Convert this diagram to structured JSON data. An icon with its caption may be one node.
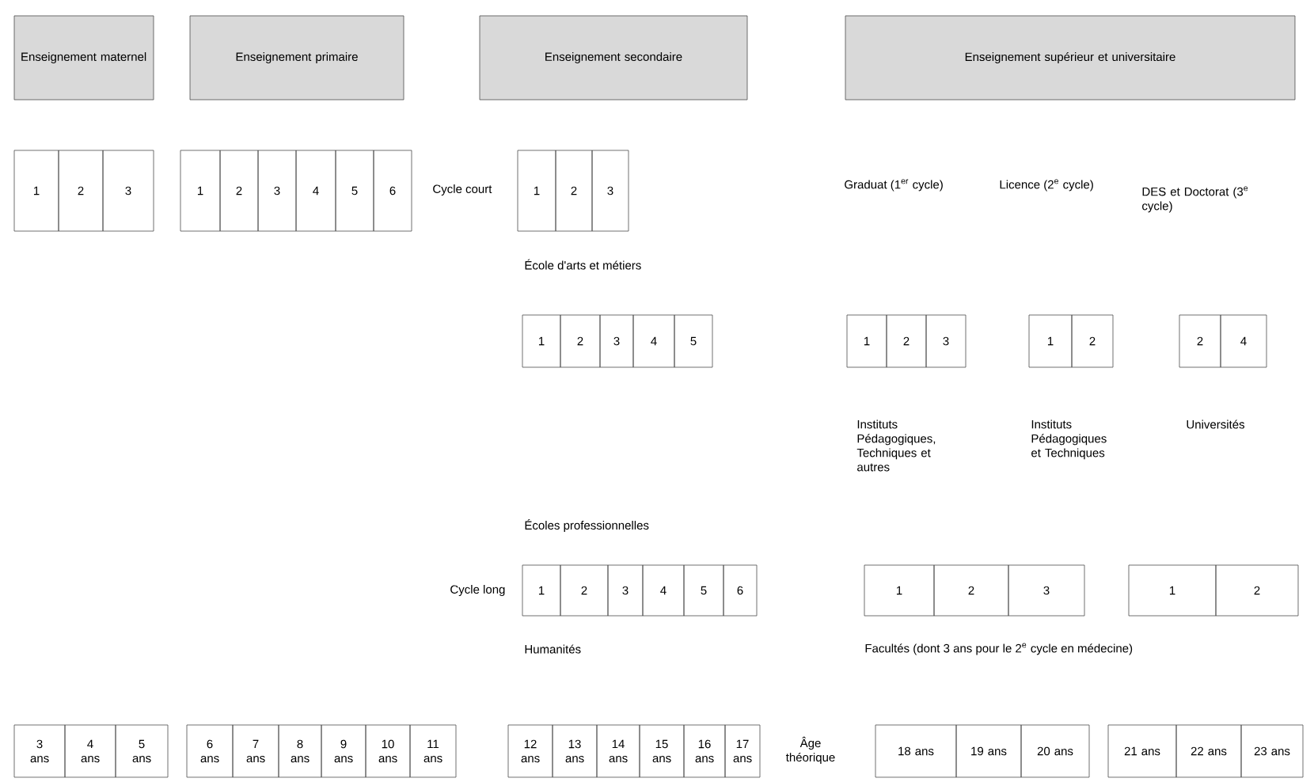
{
  "diagram": {
    "nodes": [
      {
        "text": [
          "Enseignement maternel"
        ]
      },
      {
        "text": [
          "Enseignement primaire"
        ]
      },
      {
        "text": [
          "Enseignement secondaire"
        ]
      },
      {
        "text": [
          "Enseignement supérieur et universitaire"
        ]
      },
      {
        "text": [
          "1"
        ]
      },
      {
        "text": [
          "2"
        ]
      },
      {
        "text": [
          "3"
        ]
      },
      {
        "text": [
          "1"
        ]
      },
      {
        "text": [
          "2"
        ]
      },
      {
        "text": [
          "3"
        ]
      },
      {
        "text": [
          "4"
        ]
      },
      {
        "text": [
          "5"
        ]
      },
      {
        "text": [
          "6"
        ]
      },
      {
        "text": [
          "1"
        ]
      },
      {
        "text": [
          "2"
        ]
      },
      {
        "text": [
          "3"
        ]
      },
      {
        "text": [
          "1"
        ]
      },
      {
        "text": [
          "2"
        ]
      },
      {
        "text": [
          "3"
        ]
      },
      {
        "text": [
          "4"
        ]
      },
      {
        "text": [
          "5"
        ]
      },
      {
        "text": [
          "1"
        ]
      },
      {
        "text": [
          "2"
        ]
      },
      {
        "text": [
          "3"
        ]
      },
      {
        "text": [
          "1"
        ]
      },
      {
        "text": [
          "2"
        ]
      },
      {
        "text": [
          "2"
        ]
      },
      {
        "text": [
          "4"
        ]
      },
      {
        "text": [
          "1"
        ]
      },
      {
        "text": [
          "2"
        ]
      },
      {
        "text": [
          "3"
        ]
      },
      {
        "text": [
          "4"
        ]
      },
      {
        "text": [
          "5"
        ]
      },
      {
        "text": [
          "6"
        ]
      },
      {
        "text": [
          "1"
        ]
      },
      {
        "text": [
          "2"
        ]
      },
      {
        "text": [
          "3"
        ]
      },
      {
        "text": [
          "1"
        ]
      },
      {
        "text": [
          "2"
        ]
      },
      {
        "text": [
          "3 ans"
        ]
      },
      {
        "text": [
          "4 ans"
        ]
      },
      {
        "text": [
          "5 ans"
        ]
      },
      {
        "text": [
          "6 ans"
        ]
      },
      {
        "text": [
          "7 ans"
        ]
      },
      {
        "text": [
          "8 ans"
        ]
      },
      {
        "text": [
          "9 ans"
        ]
      },
      {
        "text": [
          "10 ans"
        ]
      },
      {
        "text": [
          "11 ans"
        ]
      },
      {
        "text": [
          "12 ans"
        ]
      },
      {
        "text": [
          "13 ans"
        ]
      },
      {
        "text": [
          "14 ans"
        ]
      },
      {
        "text": [
          "15 ans"
        ]
      },
      {
        "text": [
          "16 ans"
        ]
      },
      {
        "text": [
          "17 ans"
        ]
      },
      {
        "text": [
          "18 ans"
        ]
      },
      {
        "text": [
          "19 ans"
        ]
      },
      {
        "text": [
          "20 ans"
        ]
      },
      {
        "text": [
          "21 ans"
        ]
      },
      {
        "text": [
          "22 ans"
        ]
      },
      {
        "text": [
          "23 ans"
        ]
      }
    ],
    "labels": [
      "Cycle court",
      "Graduat (1$^{er}$ cycle)",
      "Licence (2$^{e}$ cycle)",
      "DES et Doctorat (3$^{e}$ cycle)",
      "École d'arts et métiers",
      "Instituts Pédagogiques, Techniques et autres",
      "Instituts Pédagogiques et Techniques",
      "Universités",
      "Écoles professionnelles",
      "Cycle long",
      "Humanités",
      "Facultés (dont 3 ans pour le 2$^{e}$ cycle en médecine)",
      "Âge théorique"
    ]
  }
}
